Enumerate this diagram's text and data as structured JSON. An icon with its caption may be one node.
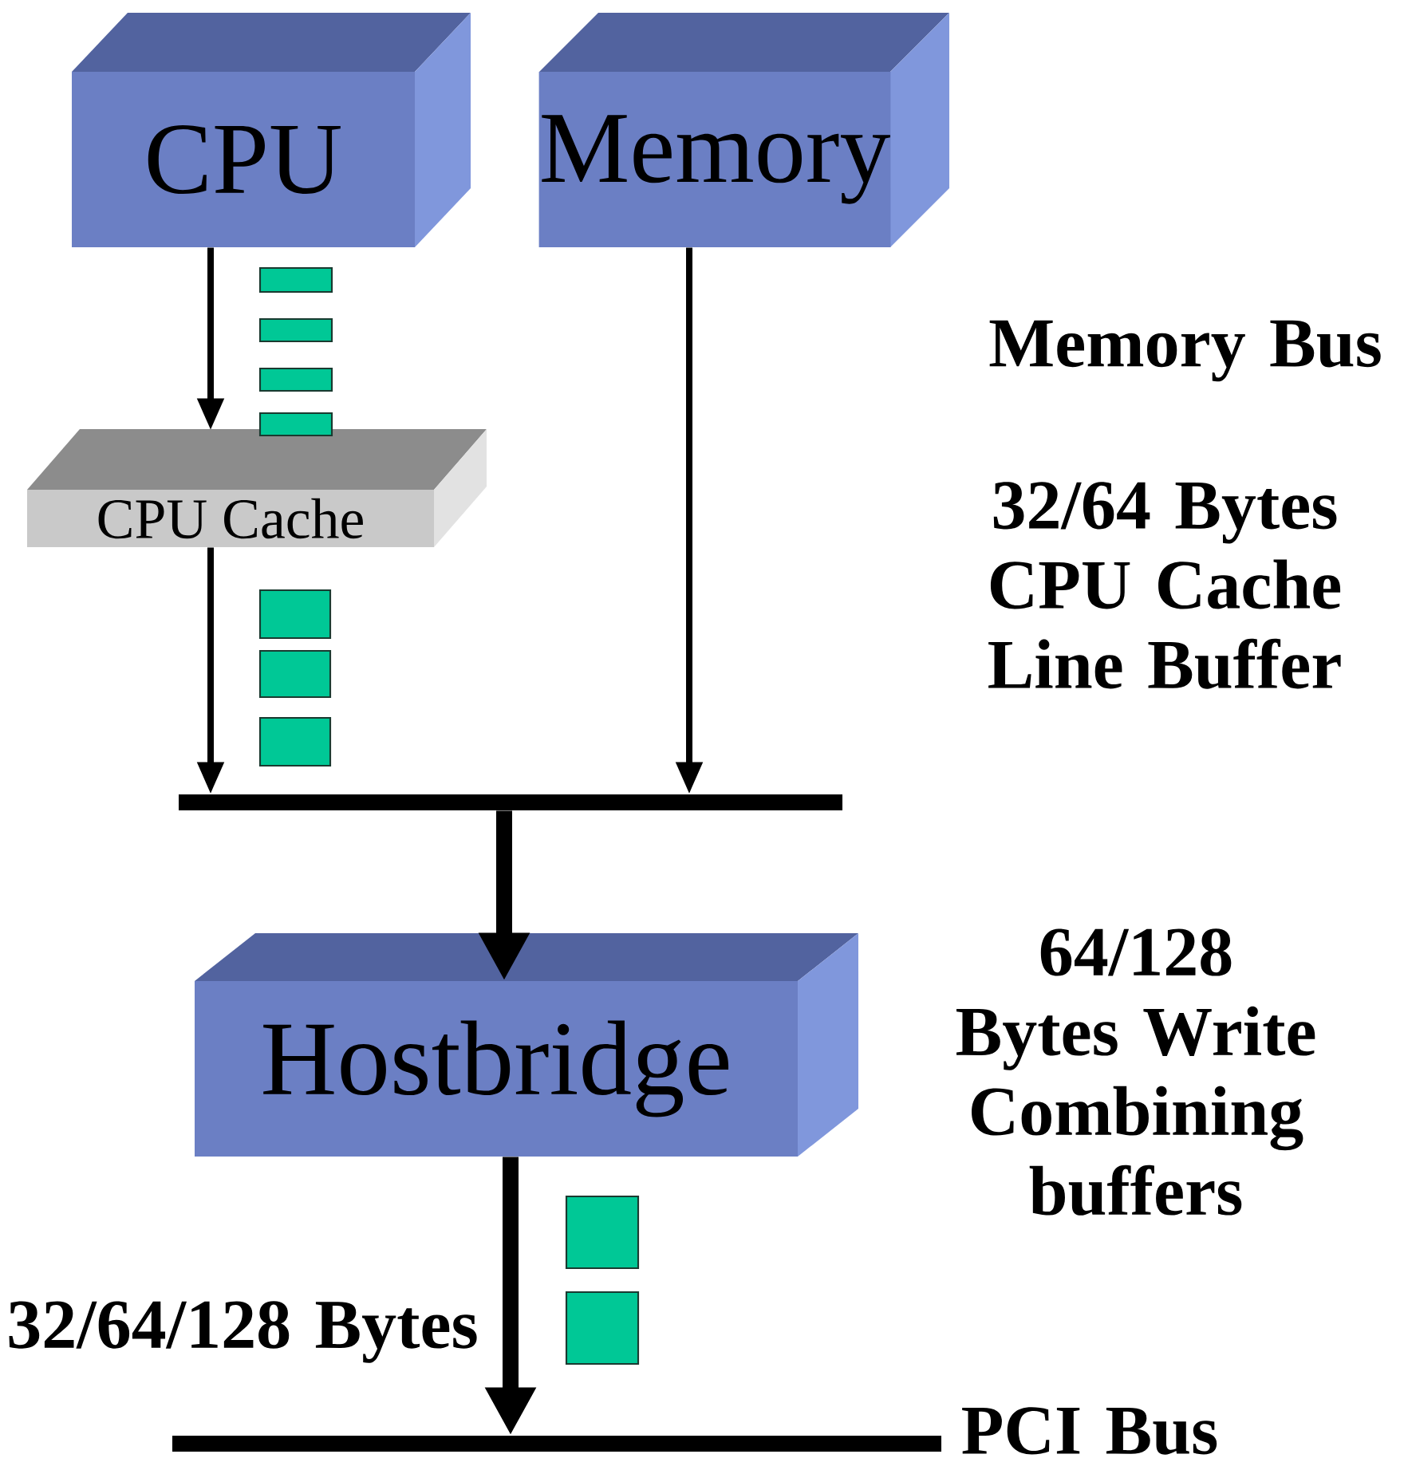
{
  "diagram": {
    "nodes": [
      {
        "text": [
          "CPU"
        ]
      },
      {
        "text": [
          "Memory"
        ]
      },
      {
        "text": [
          "CPU Cache"
        ]
      },
      {
        "text": [],
        "shape": "bar"
      },
      {
        "text": [
          "Hostbridge"
        ]
      },
      {
        "text": [],
        "shape": "bar"
      }
    ],
    "edges": [
      {
        "from": 0,
        "to": 2,
        "arrow": "to"
      },
      {
        "from": 2,
        "to": 3,
        "arrow": "to"
      },
      {
        "from": 1,
        "to": 3,
        "arrow": "to"
      },
      {
        "from": 3,
        "to": 4,
        "arrow": "to",
        "style": "thick"
      },
      {
        "from": 4,
        "to": 5,
        "arrow": "to",
        "style": "thick"
      }
    ],
    "labels": [
      "Memory Bus",
      "32/64 Bytes CPU Cache Line Buffer",
      "64/128 Bytes Write Combining buffers",
      "32/64/128 Bytes",
      "PCI Bus"
    ]
  }
}
